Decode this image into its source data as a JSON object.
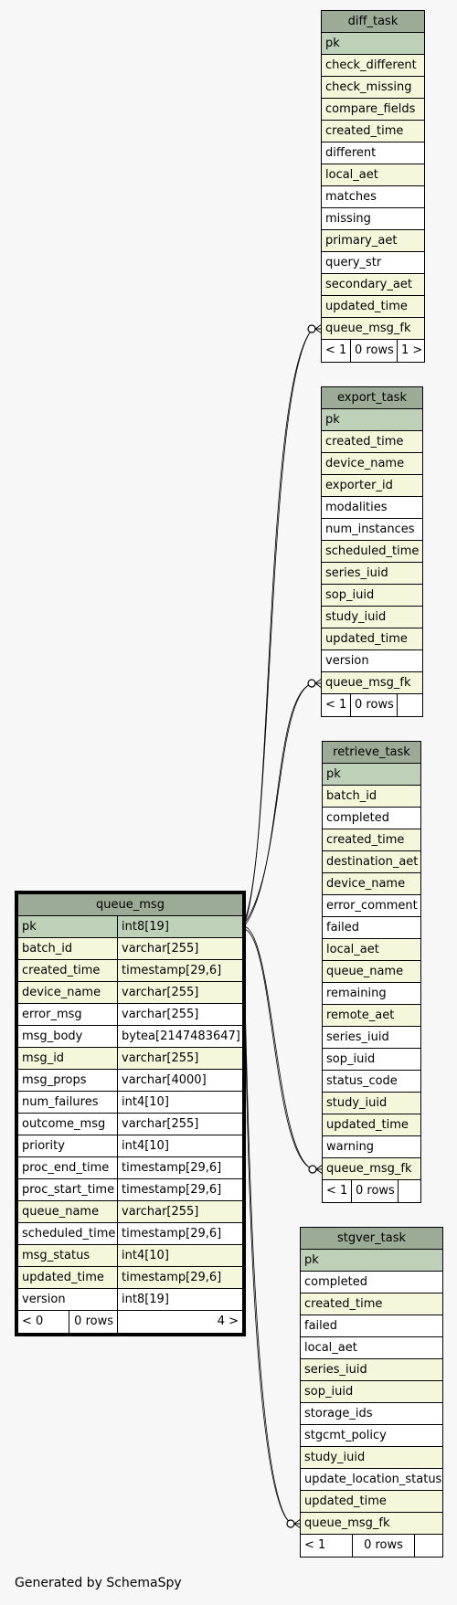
{
  "footer_text": "Generated by SchemaSpy",
  "colors": {
    "background": "#f7f7f7",
    "table_header": "#9bab96",
    "primary_key": "#bed1b8",
    "key_column": "#f4f7da",
    "plain_column": "#ffffff"
  },
  "icons": {
    "relationship": "crow-foot-zero-or-many-icon"
  },
  "tables": {
    "diff_task": {
      "name": "diff_task",
      "columns": [
        {
          "name": "pk",
          "role": "pk"
        },
        {
          "name": "check_different",
          "role": "key"
        },
        {
          "name": "check_missing",
          "role": "key"
        },
        {
          "name": "compare_fields",
          "role": "key"
        },
        {
          "name": "created_time",
          "role": "key"
        },
        {
          "name": "different",
          "role": "plain"
        },
        {
          "name": "local_aet",
          "role": "key"
        },
        {
          "name": "matches",
          "role": "plain"
        },
        {
          "name": "missing",
          "role": "plain"
        },
        {
          "name": "primary_aet",
          "role": "key"
        },
        {
          "name": "query_str",
          "role": "plain"
        },
        {
          "name": "secondary_aet",
          "role": "key"
        },
        {
          "name": "updated_time",
          "role": "key"
        },
        {
          "name": "queue_msg_fk",
          "role": "key"
        }
      ],
      "footer": [
        "< 1",
        "0 rows",
        "1 >"
      ]
    },
    "export_task": {
      "name": "export_task",
      "columns": [
        {
          "name": "pk",
          "role": "pk"
        },
        {
          "name": "created_time",
          "role": "key"
        },
        {
          "name": "device_name",
          "role": "key"
        },
        {
          "name": "exporter_id",
          "role": "key"
        },
        {
          "name": "modalities",
          "role": "plain"
        },
        {
          "name": "num_instances",
          "role": "plain"
        },
        {
          "name": "scheduled_time",
          "role": "key"
        },
        {
          "name": "series_iuid",
          "role": "key"
        },
        {
          "name": "sop_iuid",
          "role": "key"
        },
        {
          "name": "study_iuid",
          "role": "key"
        },
        {
          "name": "updated_time",
          "role": "key"
        },
        {
          "name": "version",
          "role": "plain"
        },
        {
          "name": "queue_msg_fk",
          "role": "key"
        }
      ],
      "footer": [
        "< 1",
        "0 rows",
        ""
      ]
    },
    "retrieve_task": {
      "name": "retrieve_task",
      "columns": [
        {
          "name": "pk",
          "role": "pk"
        },
        {
          "name": "batch_id",
          "role": "key"
        },
        {
          "name": "completed",
          "role": "plain"
        },
        {
          "name": "created_time",
          "role": "key"
        },
        {
          "name": "destination_aet",
          "role": "key"
        },
        {
          "name": "device_name",
          "role": "key"
        },
        {
          "name": "error_comment",
          "role": "plain"
        },
        {
          "name": "failed",
          "role": "plain"
        },
        {
          "name": "local_aet",
          "role": "key"
        },
        {
          "name": "queue_name",
          "role": "key"
        },
        {
          "name": "remaining",
          "role": "plain"
        },
        {
          "name": "remote_aet",
          "role": "key"
        },
        {
          "name": "series_iuid",
          "role": "plain"
        },
        {
          "name": "sop_iuid",
          "role": "plain"
        },
        {
          "name": "status_code",
          "role": "plain"
        },
        {
          "name": "study_iuid",
          "role": "key"
        },
        {
          "name": "updated_time",
          "role": "key"
        },
        {
          "name": "warning",
          "role": "plain"
        },
        {
          "name": "queue_msg_fk",
          "role": "key"
        }
      ],
      "footer": [
        "< 1",
        "0 rows",
        ""
      ]
    },
    "queue_msg": {
      "name": "queue_msg",
      "columns": [
        {
          "name": "pk",
          "type": "int8[19]",
          "role": "pk"
        },
        {
          "name": "batch_id",
          "type": "varchar[255]",
          "role": "key"
        },
        {
          "name": "created_time",
          "type": "timestamp[29,6]",
          "role": "key"
        },
        {
          "name": "device_name",
          "type": "varchar[255]",
          "role": "key"
        },
        {
          "name": "error_msg",
          "type": "varchar[255]",
          "role": "plain"
        },
        {
          "name": "msg_body",
          "type": "bytea[2147483647]",
          "role": "plain"
        },
        {
          "name": "msg_id",
          "type": "varchar[255]",
          "role": "key"
        },
        {
          "name": "msg_props",
          "type": "varchar[4000]",
          "role": "plain"
        },
        {
          "name": "num_failures",
          "type": "int4[10]",
          "role": "plain"
        },
        {
          "name": "outcome_msg",
          "type": "varchar[255]",
          "role": "plain"
        },
        {
          "name": "priority",
          "type": "int4[10]",
          "role": "plain"
        },
        {
          "name": "proc_end_time",
          "type": "timestamp[29,6]",
          "role": "plain"
        },
        {
          "name": "proc_start_time",
          "type": "timestamp[29,6]",
          "role": "plain"
        },
        {
          "name": "queue_name",
          "type": "varchar[255]",
          "role": "key"
        },
        {
          "name": "scheduled_time",
          "type": "timestamp[29,6]",
          "role": "plain"
        },
        {
          "name": "msg_status",
          "type": "int4[10]",
          "role": "key"
        },
        {
          "name": "updated_time",
          "type": "timestamp[29,6]",
          "role": "key"
        },
        {
          "name": "version",
          "type": "int8[19]",
          "role": "plain"
        }
      ],
      "footer": [
        "< 0",
        "0 rows",
        "4 >"
      ]
    },
    "stgver_task": {
      "name": "stgver_task",
      "columns": [
        {
          "name": "pk",
          "role": "pk"
        },
        {
          "name": "completed",
          "role": "plain"
        },
        {
          "name": "created_time",
          "role": "key"
        },
        {
          "name": "failed",
          "role": "plain"
        },
        {
          "name": "local_aet",
          "role": "plain"
        },
        {
          "name": "series_iuid",
          "role": "key"
        },
        {
          "name": "sop_iuid",
          "role": "key"
        },
        {
          "name": "storage_ids",
          "role": "plain"
        },
        {
          "name": "stgcmt_policy",
          "role": "plain"
        },
        {
          "name": "study_iuid",
          "role": "key"
        },
        {
          "name": "update_location_status",
          "role": "plain"
        },
        {
          "name": "updated_time",
          "role": "key"
        },
        {
          "name": "queue_msg_fk",
          "role": "key"
        }
      ],
      "footer": [
        "< 1",
        "0 rows",
        ""
      ]
    }
  },
  "relationships": [
    {
      "from": "diff_task",
      "column": "queue_msg_fk",
      "to": "queue_msg"
    },
    {
      "from": "export_task",
      "column": "queue_msg_fk",
      "to": "queue_msg"
    },
    {
      "from": "retrieve_task",
      "column": "queue_msg_fk",
      "to": "queue_msg"
    },
    {
      "from": "stgver_task",
      "column": "queue_msg_fk",
      "to": "queue_msg"
    }
  ]
}
